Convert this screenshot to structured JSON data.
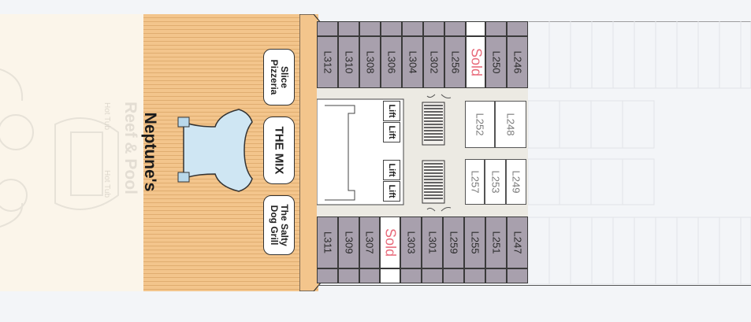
{
  "colors": {
    "deck_wood": "#f3c58c",
    "cabin_fill": "#a8a0ad",
    "sold_text": "#e86a7a",
    "pool_water": "#cfe6f3",
    "page_bg": "#f3f5f8"
  },
  "pool": {
    "title_line1": "Neptune's",
    "title_line2": "Reef & Pool",
    "hot_tub_label": "Hot Tub"
  },
  "venues": {
    "pizzeria_line1": "Slice",
    "pizzeria_line2": "Pizzeria",
    "mix": "THE MIX",
    "grill_line1": "The Salty",
    "grill_line2": "Dog Grill"
  },
  "lift_label": "Lift",
  "cabins_top": [
    "L312",
    "L310",
    "L308",
    "L306",
    "L304",
    "L302",
    "L256",
    "Sold",
    "L250",
    "L246"
  ],
  "cabins_bottom": [
    "L311",
    "L309",
    "L307",
    "Sold",
    "L303",
    "L301",
    "L259",
    "L255",
    "L251",
    "L247"
  ],
  "cabins_inner_top": [
    "L252",
    "L248"
  ],
  "cabins_inner_bottom": [
    "L257",
    "L253",
    "L249"
  ]
}
